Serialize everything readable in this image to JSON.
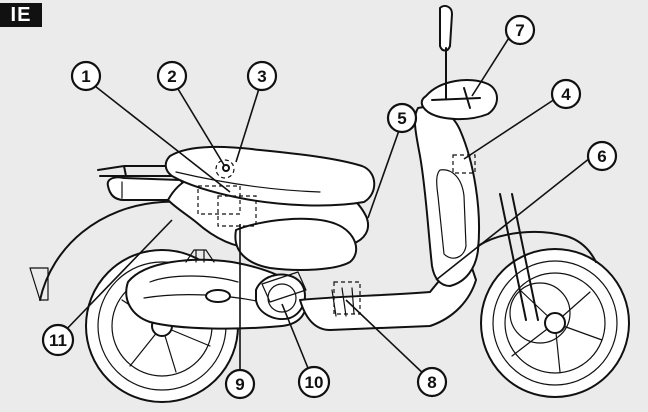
{
  "badge": {
    "label": "IE"
  },
  "callouts": [
    {
      "id": "c1",
      "label": "1"
    },
    {
      "id": "c2",
      "label": "2"
    },
    {
      "id": "c3",
      "label": "3"
    },
    {
      "id": "c4",
      "label": "4"
    },
    {
      "id": "c5",
      "label": "5"
    },
    {
      "id": "c6",
      "label": "6"
    },
    {
      "id": "c7",
      "label": "7"
    },
    {
      "id": "c8",
      "label": "8"
    },
    {
      "id": "c9",
      "label": "9"
    },
    {
      "id": "c10",
      "label": "10"
    },
    {
      "id": "c11",
      "label": "11"
    }
  ]
}
